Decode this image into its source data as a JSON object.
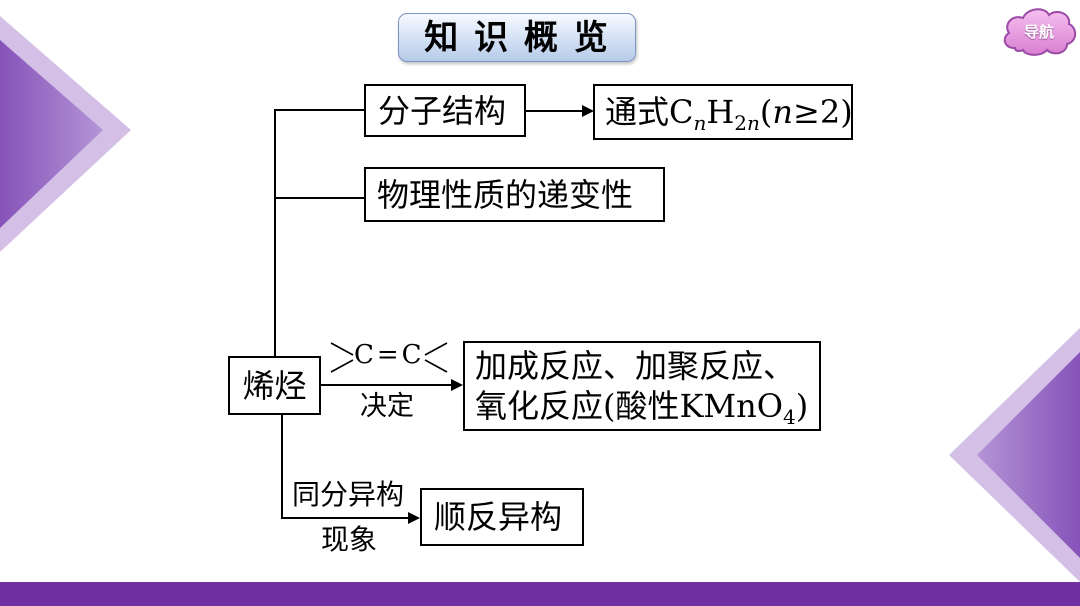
{
  "theme": {
    "accent": "#7030a0",
    "decor_light": "#d4c0e7",
    "decor_dark": "#8653b9",
    "decor_mid": "#b494d6"
  },
  "header": {
    "title": "知 识 概 览",
    "nav_label": "导航"
  },
  "diagram": {
    "root": "烯烃",
    "molecular_structure": "分子结构",
    "general_formula": {
      "prefix": "通式",
      "c": "C",
      "c_sub": "n",
      "h": "H",
      "h_sub_num": "2",
      "h_sub_var": "n",
      "open": "(",
      "var": "n",
      "condition": "≥2)"
    },
    "physical_properties": "物理性质的递变性",
    "functional_group": "C=C",
    "determines": "决定",
    "reactions": {
      "line1": "加成反应、加聚反应、",
      "line2": "氧化反应(酸性KMnO",
      "line2_subscript": "4",
      "line2_end": ")"
    },
    "isomerism_top": "同分异构",
    "isomerism_bottom": "现象",
    "cis_trans_isomerism": "顺反异构"
  }
}
